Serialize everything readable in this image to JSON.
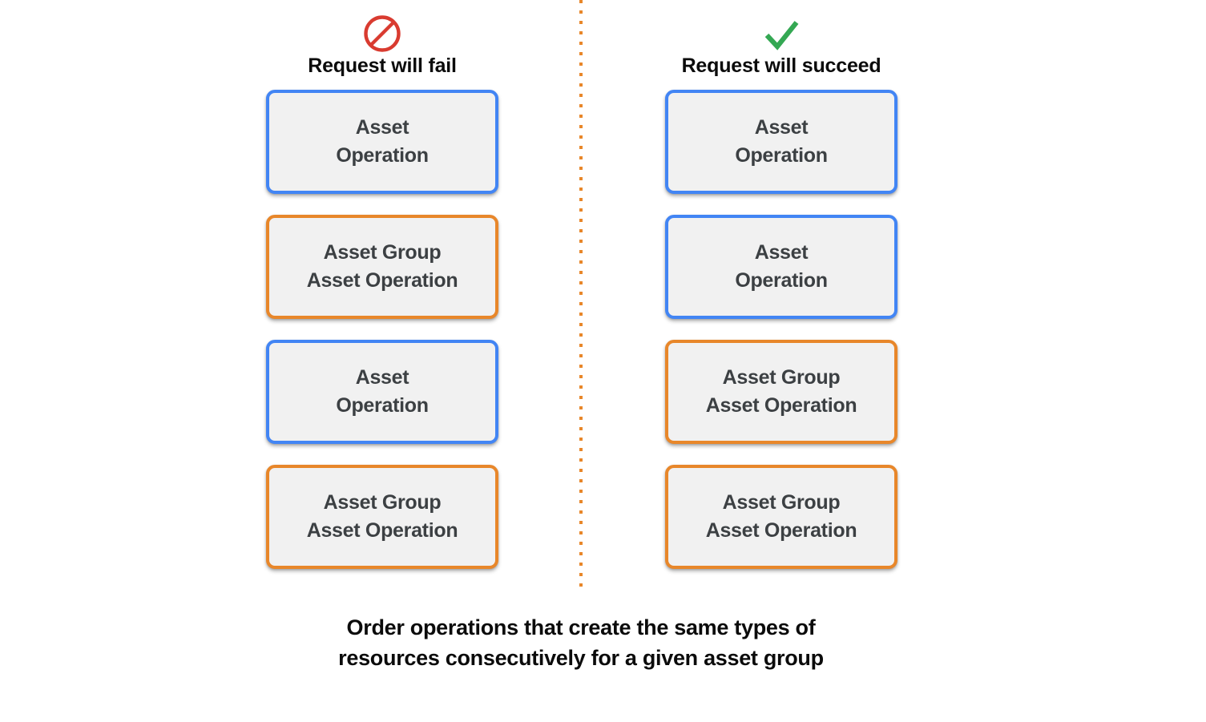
{
  "diagram": {
    "colors": {
      "blue_border": "#4285f4",
      "orange_border": "#e8872a",
      "box_fill": "#f1f1f1",
      "box_text": "#3c4043",
      "fail_icon": "#d93b30",
      "success_icon": "#34a853",
      "divider": "#e8872a",
      "background": "#ffffff"
    },
    "caption": "Order operations that create the same types of\nresources consecutively for a given asset group",
    "columns": [
      {
        "id": "fail",
        "icon": "prohibition-icon",
        "title": "Request will fail",
        "boxes": [
          {
            "label": "Asset\nOperation",
            "type": "blue"
          },
          {
            "label": "Asset Group\nAsset Operation",
            "type": "orange"
          },
          {
            "label": "Asset\nOperation",
            "type": "blue"
          },
          {
            "label": "Asset Group\nAsset Operation",
            "type": "orange"
          }
        ]
      },
      {
        "id": "succeed",
        "icon": "checkmark-icon",
        "title": "Request will succeed",
        "boxes": [
          {
            "label": "Asset\nOperation",
            "type": "blue"
          },
          {
            "label": "Asset\nOperation",
            "type": "blue"
          },
          {
            "label": "Asset Group\nAsset Operation",
            "type": "orange"
          },
          {
            "label": "Asset Group\nAsset Operation",
            "type": "orange"
          }
        ]
      }
    ]
  }
}
